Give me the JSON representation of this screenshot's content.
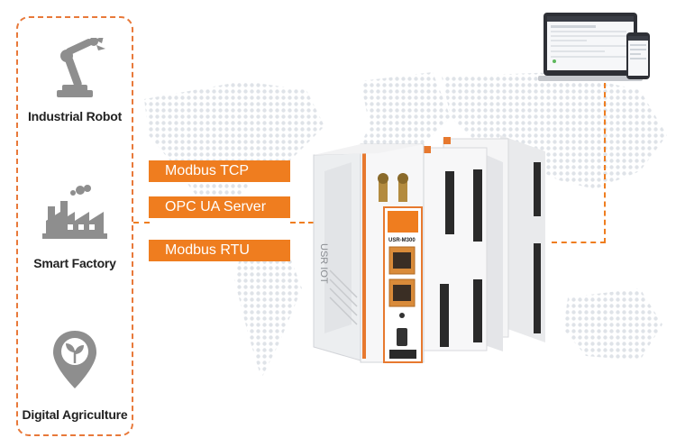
{
  "applications": [
    {
      "label": "Industrial Robot",
      "icon": "robot-arm-icon"
    },
    {
      "label": "Smart Factory",
      "icon": "factory-icon"
    },
    {
      "label": "Digital Agriculture",
      "icon": "plant-pin-icon"
    }
  ],
  "protocols": [
    "Modbus TCP",
    "OPC UA Server",
    "Modbus RTU"
  ],
  "device": {
    "brand_side": "USR IOT",
    "model_label": "USR-M300"
  },
  "colors": {
    "accent": "#ef7d1f",
    "panel_border": "#e8793a",
    "icon_gray": "#8e8e8e",
    "map_dots": "#dfe3e8"
  }
}
